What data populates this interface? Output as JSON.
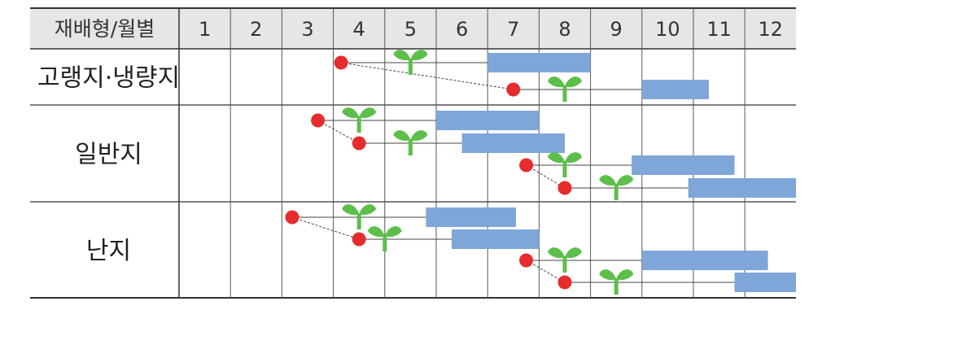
{
  "chart_data": {
    "type": "table",
    "header_label": "재배형/월별",
    "months": [
      "1",
      "2",
      "3",
      "4",
      "5",
      "6",
      "7",
      "8",
      "9",
      "10",
      "11",
      "12"
    ],
    "colors": {
      "header_bg": "#e6e6e6",
      "sowing": "#e62c2c",
      "planting": "#5cbf4a",
      "harvest": "#7fa6d8",
      "grid": "#333333"
    },
    "icons": {
      "sowing": "red-dot-icon",
      "planting": "seedling-icon",
      "harvest": "blue-bar"
    },
    "groups": [
      {
        "name": "고랭지·냉량지",
        "schedules": [
          {
            "sow": 4.15,
            "plant": 5.5,
            "harvest_start": 7.0,
            "harvest_end": 9.0
          },
          {
            "sow": 7.5,
            "plant": 8.5,
            "harvest_start": 10.0,
            "harvest_end": 11.3
          }
        ]
      },
      {
        "name": "일반지",
        "schedules": [
          {
            "sow": 3.7,
            "plant": 4.5,
            "harvest_start": 6.0,
            "harvest_end": 8.0
          },
          {
            "sow": 4.5,
            "plant": 5.5,
            "harvest_start": 6.5,
            "harvest_end": 8.5
          },
          {
            "sow": 7.75,
            "plant": 8.5,
            "harvest_start": 9.8,
            "harvest_end": 11.8
          },
          {
            "sow": 8.5,
            "plant": 9.5,
            "harvest_start": 10.9,
            "harvest_end": 13.0
          }
        ]
      },
      {
        "name": "난지",
        "schedules": [
          {
            "sow": 3.2,
            "plant": 4.5,
            "harvest_start": 5.8,
            "harvest_end": 7.55
          },
          {
            "sow": 4.5,
            "plant": 5.0,
            "harvest_start": 6.3,
            "harvest_end": 8.0
          },
          {
            "sow": 7.75,
            "plant": 8.5,
            "harvest_start": 10.0,
            "harvest_end": 12.45
          },
          {
            "sow": 8.5,
            "plant": 9.5,
            "harvest_start": 11.8,
            "harvest_end": 13.0
          }
        ]
      }
    ]
  }
}
